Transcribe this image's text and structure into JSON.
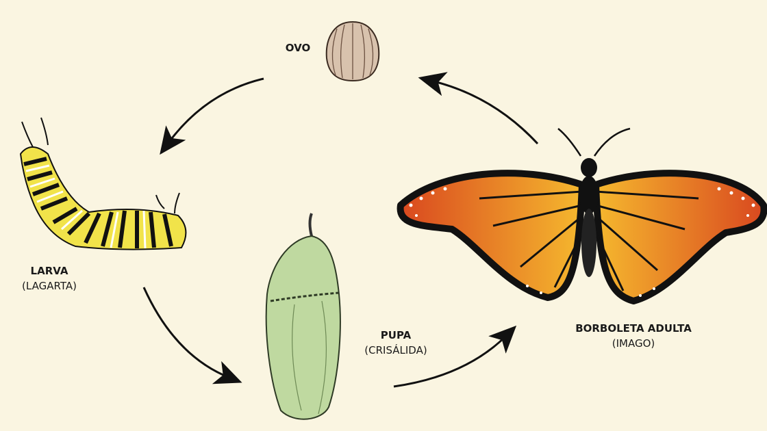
{
  "title": "Ciclo de vida da borboleta",
  "stages": {
    "egg": {
      "name": "OVO"
    },
    "larva": {
      "name": "LARVA",
      "alt": "(LAGARTA)"
    },
    "pupa": {
      "name": "PUPA",
      "alt": "(CRISÁLIDA)"
    },
    "adult": {
      "name": "BORBOLETA ADULTA",
      "alt": "(IMAGO)"
    }
  },
  "colors": {
    "background": "#faf5e1",
    "egg": "#d8c2ad",
    "pupa": "#bfd9a0",
    "wing_orange": "#e8742a",
    "wing_yellow": "#f5b82e",
    "larva_yellow": "#f1e34a"
  }
}
